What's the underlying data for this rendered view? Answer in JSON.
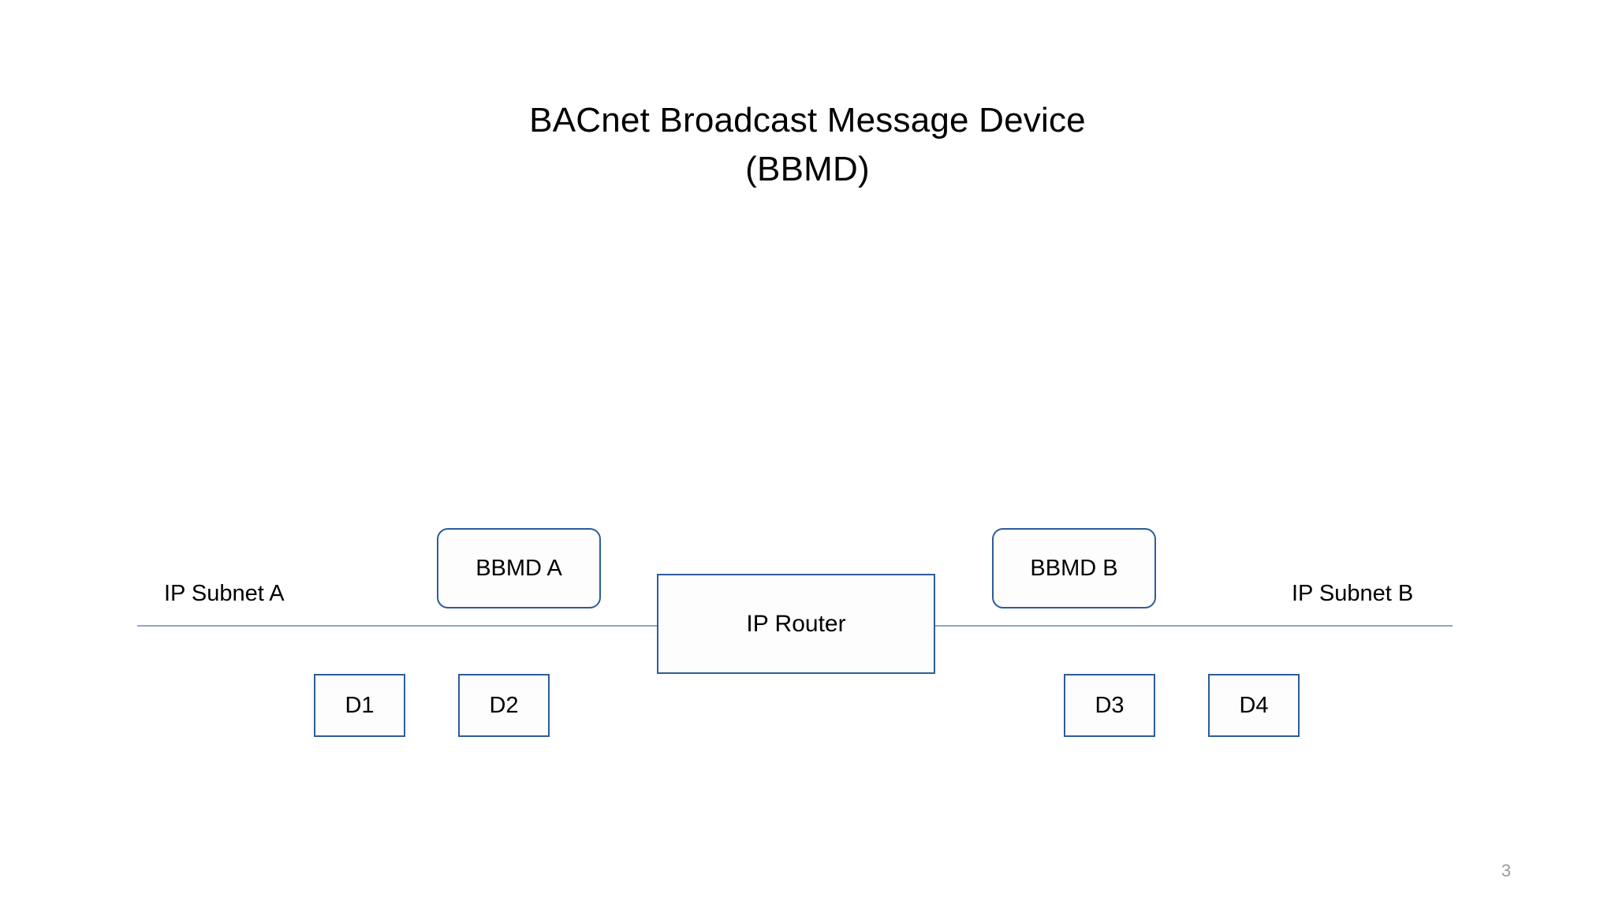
{
  "slide": {
    "title_line_1": "BACnet Broadcast Message Device",
    "title_line_2": "(BBMD)",
    "page_number": "3"
  },
  "colors": {
    "background": "#FFFFFF",
    "box_border": "#2E5C99",
    "box_fill": "#FDFDFD",
    "subnet_line": "#8CA9C6",
    "text": "#000000",
    "page_number": "#9A9A9A"
  },
  "diagram": {
    "type": "network-topology",
    "subnets": [
      {
        "id": "a",
        "label": "IP Subnet A"
      },
      {
        "id": "b",
        "label": "IP Subnet B"
      }
    ],
    "bbmds": [
      {
        "id": "a",
        "label": "BBMD A",
        "subnet": "IP Subnet A",
        "shape": "rounded-rectangle"
      },
      {
        "id": "b",
        "label": "BBMD B",
        "subnet": "IP Subnet B",
        "shape": "rounded-rectangle"
      }
    ],
    "router": {
      "label": "IP Router",
      "shape": "rectangle"
    },
    "devices": [
      {
        "id": "d1",
        "label": "D1",
        "subnet": "IP Subnet A",
        "shape": "rectangle"
      },
      {
        "id": "d2",
        "label": "D2",
        "subnet": "IP Subnet A",
        "shape": "rectangle"
      },
      {
        "id": "d3",
        "label": "D3",
        "subnet": "IP Subnet B",
        "shape": "rectangle"
      },
      {
        "id": "d4",
        "label": "D4",
        "subnet": "IP Subnet B",
        "shape": "rectangle"
      }
    ]
  }
}
